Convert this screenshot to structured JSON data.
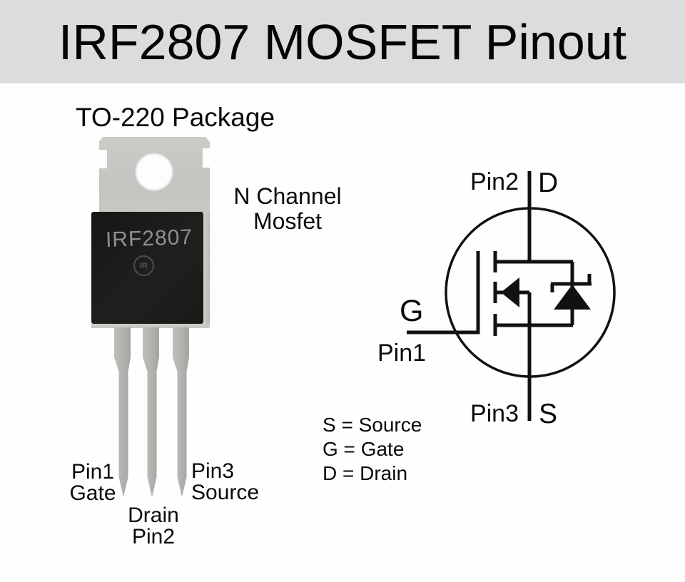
{
  "title": "IRF2807 MOSFET Pinout",
  "package": {
    "heading": "TO-220 Package",
    "type_line1": "N Channel",
    "type_line2": "Mosfet",
    "chip_marking": "IRF2807",
    "logo_text": "IR",
    "pins": [
      {
        "pin": "Pin1",
        "name": "Gate"
      },
      {
        "pin": "Pin2",
        "name": "Drain"
      },
      {
        "pin": "Pin3",
        "name": "Source"
      }
    ]
  },
  "symbol": {
    "pin2_label": "Pin2",
    "drain_letter": "D",
    "gate_letter": "G",
    "pin1_label": "Pin1",
    "pin3_label": "Pin3",
    "source_letter": "S",
    "legend": [
      "S = Source",
      "G = Gate",
      "D = Drain"
    ]
  },
  "colors": {
    "banner_bg": "#dcdcdc",
    "page_bg": "#fefefe",
    "text": "#0a0a0a",
    "tab_metal": "#c9c7c3",
    "package_body": "#1d1d1b",
    "marking_gray": "#8f8f8f",
    "leg_metal": "#b3b1ad",
    "symbol_stroke": "#111111"
  }
}
